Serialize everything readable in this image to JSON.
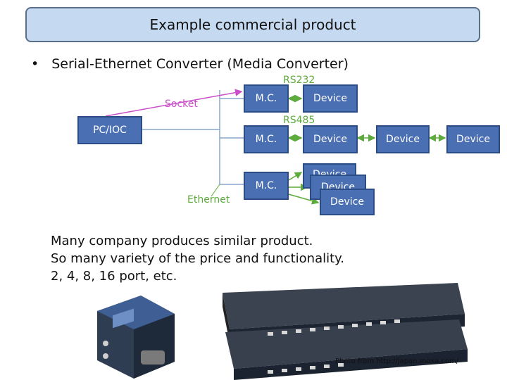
{
  "title": "Example commercial product",
  "bullet": "Serial-Ethernet Converter (Media Converter)",
  "diagram": {
    "pc_ioc": "PC/IOC",
    "socket_label": "Socket",
    "ethernet_label": "Ethernet",
    "rs232_label": "RS232",
    "rs485_label": "RS485",
    "mc_label": "M.C.",
    "device_label": "Device"
  },
  "description": [
    "Many company produces similar product.",
    "So many variety of the price and functionality.",
    "2, 4, 8, 16 port, etc."
  ],
  "photo_credit": "Photo from http://japan.moxa.com/",
  "colors": {
    "box_fill": "#4a6fb3",
    "box_border": "#2c4c86",
    "wire_green": "#5cab3c",
    "socket_pink": "#c94fc8",
    "title_fill": "#c5d9f0"
  }
}
